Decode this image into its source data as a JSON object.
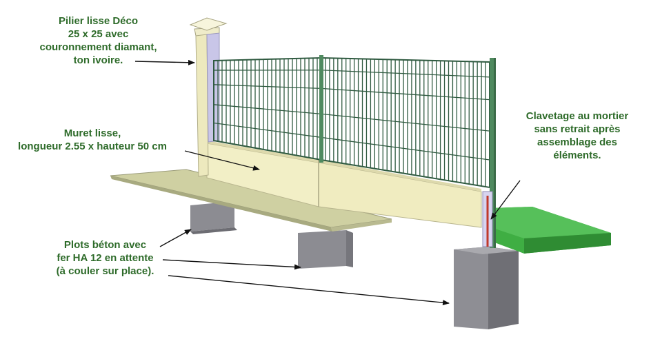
{
  "labels": {
    "pilier": [
      "Pilier lisse Déco",
      "25 x 25 avec",
      "couronnement diamant,",
      "ton ivoire."
    ],
    "muret": [
      "Muret lisse,",
      "longueur 2.55 x hauteur 50 cm"
    ],
    "clavetage": [
      "Clavetage au mortier",
      "sans retrait après",
      "assemblage des",
      "éléments."
    ],
    "plots": [
      "Plots béton avec",
      "fer HA 12 en attente",
      "(à couler sur place)."
    ]
  },
  "colors": {
    "label_text": "#2e6b2a",
    "fence_panel": "#2f5a40",
    "fence_post": "#4f8a5f",
    "wall": "#f2efc6",
    "pillar": "#ede9be",
    "pillar_shadow": "#c9c6e8",
    "slab": "#cfd0a2",
    "concrete_block": "#8c8c92",
    "grass": "#44b048",
    "rebar": "#c0392b"
  }
}
